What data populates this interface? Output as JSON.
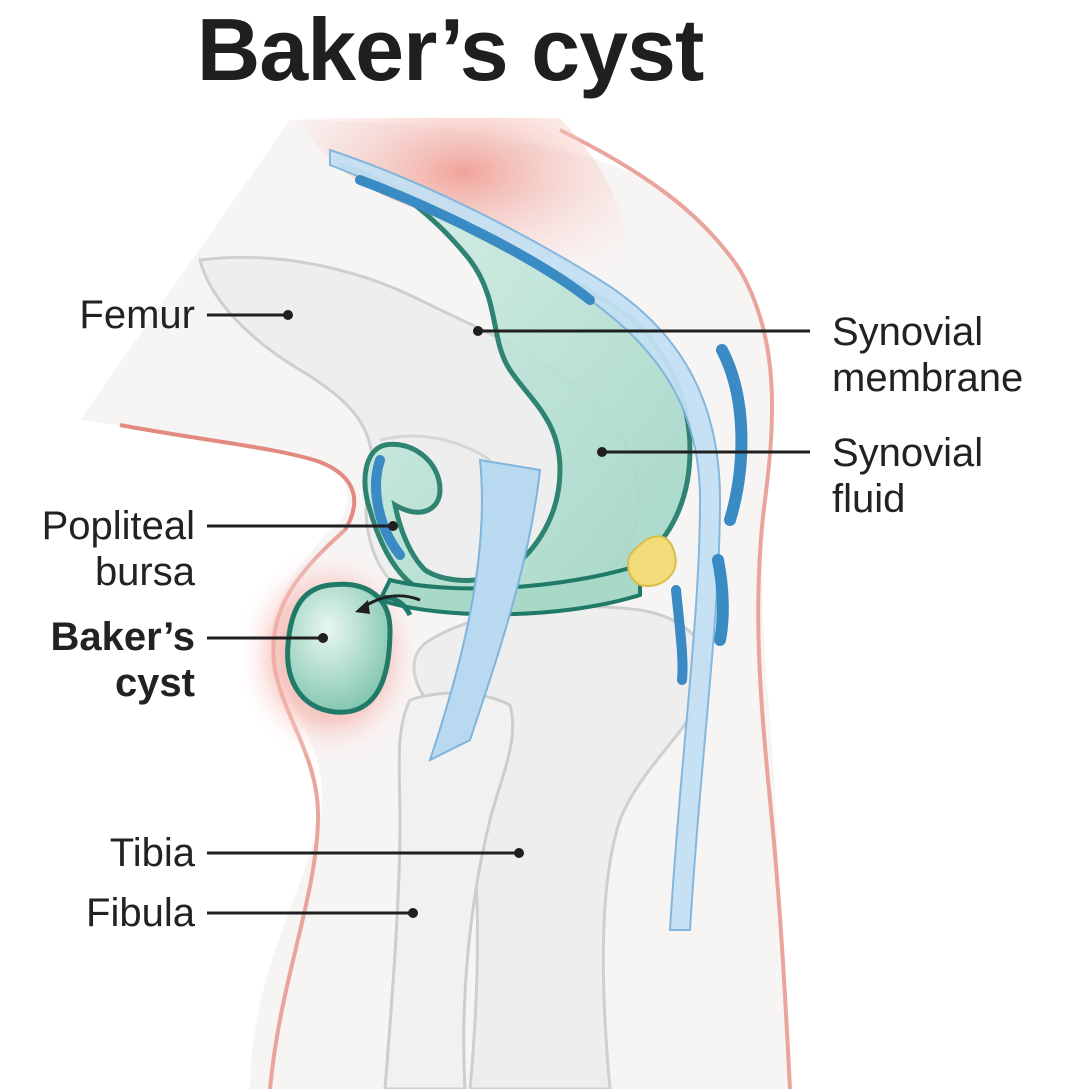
{
  "title": "Baker’s cyst",
  "labels": {
    "femur": "Femur",
    "synovial_membrane_1": "Synovial",
    "synovial_membrane_2": "membrane",
    "synovial_fluid_1": "Synovial",
    "synovial_fluid_2": "fluid",
    "popliteal_bursa_1": "Popliteal",
    "popliteal_bursa_2": "bursa",
    "bakers_cyst_1": "Baker’s",
    "bakers_cyst_2": "cyst",
    "tibia": "Tibia",
    "fibula": "Fibula"
  },
  "colors": {
    "synovium_fill": "#bfe6da",
    "synovium_stroke": "#1f7a67",
    "ligament": "#a9cdea",
    "ligament_dark": "#3a8ac4",
    "skin_outline": "#e38a80",
    "inflammation": "#f2a29a",
    "bone": "#ececec",
    "bone_outline": "#c9c9c9",
    "fat": "#f2dc7a"
  }
}
